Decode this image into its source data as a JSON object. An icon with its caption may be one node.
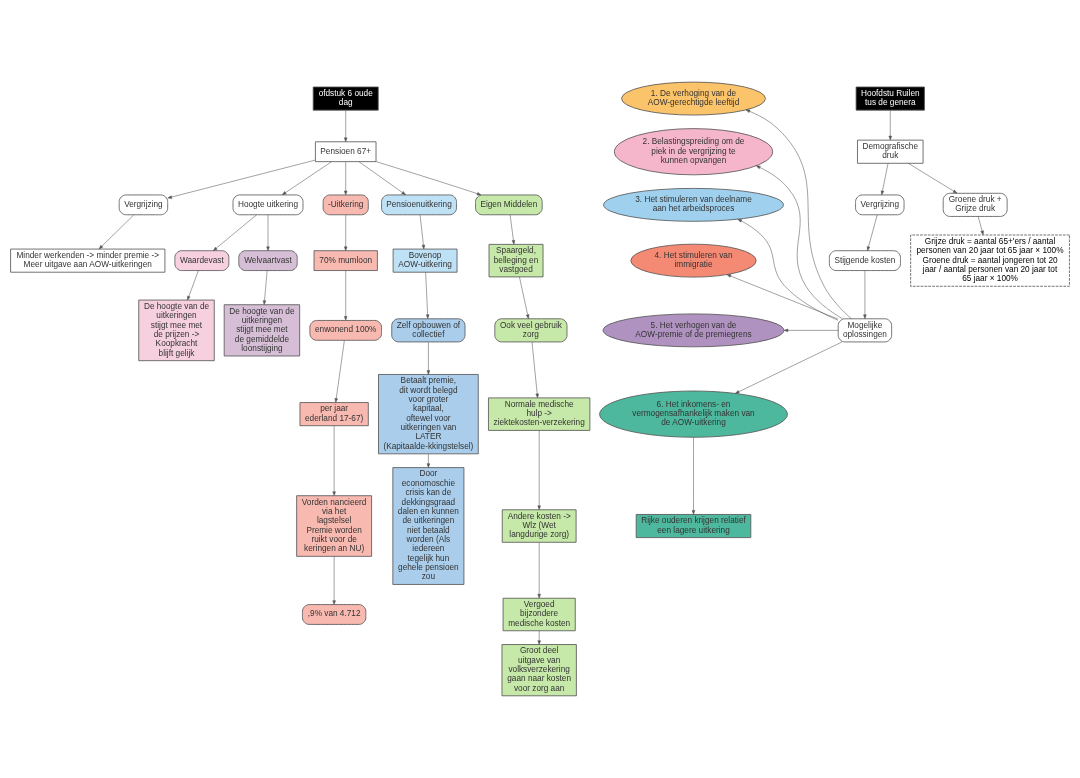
{
  "diagram": {
    "nodes": [
      {
        "text": [
          "ofdstuk 6 oude dag"
        ]
      },
      {
        "text": [
          "Pensioen 67+"
        ]
      },
      {
        "text": [
          "Vergrijzing"
        ]
      },
      {
        "text": [
          "Minder werkenden -> minder premie -> Meer uitgave aan AOW-uitkeringen"
        ]
      },
      {
        "text": [
          "Hoogte uitkering"
        ]
      },
      {
        "text": [
          "-Uitkering"
        ]
      },
      {
        "text": [
          "Pensioenuitkering"
        ]
      },
      {
        "text": [
          "Eigen Middelen"
        ]
      },
      {
        "text": [
          "Waardevast"
        ]
      },
      {
        "text": [
          "Welvaartvast"
        ]
      },
      {
        "text": [
          "70% mumloon"
        ]
      },
      {
        "text": [
          "enwonend 100%"
        ]
      },
      {
        "text": [
          "per jaar ederland 17-67)"
        ]
      },
      {
        "text": [
          "Vorden nancieerd via het lagstelsel Premie worden ruikt voor de keringen an NU)"
        ]
      },
      {
        "text": [
          ",9% van 4.712"
        ]
      },
      {
        "text": [
          "Bovenop AOW-uitkering"
        ]
      },
      {
        "text": [
          "Zelf opbouwen of collectief"
        ]
      },
      {
        "text": [
          "Betaalt premie, dit wordt belegd voor groter kapitaal, oftewel voor uitkeringen van LATER (Kapitaalde-kkingstelsel)"
        ]
      },
      {
        "text": [
          "Door economoschie crisis kan de dekkingsgraad dalen en kunnen de uitkeringen niet betaald worden (Als iedereen tegelijk hun gehele pensioen zou"
        ]
      },
      {
        "text": [
          "Spaargeld, belleging en vastgoed"
        ]
      },
      {
        "text": [
          "Ook veel gebruik zorg"
        ]
      },
      {
        "text": [
          "Normale medische hulp -> ziektekosten-verzekering"
        ]
      },
      {
        "text": [
          "Andere kosten -> Wlz (Wet langdurige zorg)"
        ]
      },
      {
        "text": [
          "Vergoed bijzondere medische kosten"
        ]
      },
      {
        "text": [
          "Groot deel uitgave van volksverzekering gaan naar kosten voor zorg aan"
        ]
      },
      {
        "text": [
          "De hoogte van de uitkeringen stijgt mee met de prijzen -> Koopkracht blijft gelijk"
        ]
      },
      {
        "text": [
          "De hoogte van de uitkeringen stijgt mee met de gemiddelde loonstijging"
        ]
      },
      {
        "text": [
          "1. De verhoging van de AOW-gerechtigde leeftijd"
        ]
      },
      {
        "text": [
          "2. Belastingspreiding om de piek in de vergrijzing te kunnen opvangen"
        ]
      },
      {
        "text": [
          "3. Het stimuleren van deelname aan het arbeidsproces"
        ]
      },
      {
        "text": [
          "4. Het stimuleren van immigratie"
        ]
      },
      {
        "text": [
          "5. Het verhogen van de AOW-premie of de premiegrens"
        ]
      },
      {
        "text": [
          "6. Het inkomens- en vermogensafhankelijk maken van de AOW-uitkering"
        ]
      },
      {
        "text": [
          "Rijke ouderen krijgen relatief een lagere uitkering"
        ]
      },
      {
        "text": [
          "Mogelijke oplossingen"
        ]
      },
      {
        "text": [
          "Stijgende kosten"
        ]
      },
      {
        "text": [
          "Vergrijzing"
        ]
      },
      {
        "text": [
          "Demografische druk"
        ]
      },
      {
        "text": [
          "Hoofdstu Ruilen tus de genera"
        ]
      },
      {
        "text": [
          "Groene druk + Grijze druk"
        ]
      },
      {
        "text": [
          "Grijze druk = aantal 65+'ers / aantal personen van 20 jaar tot 65 jaar × 100%",
          "Groene druk = aantal jongeren tot 20 jaar / aantal personen van 20 jaar tot 65 jaar × 100%"
        ]
      }
    ],
    "edges": [
      {
        "from": 0,
        "to": 1,
        "arrow": "to"
      },
      {
        "from": 1,
        "to": 2,
        "arrow": "to"
      },
      {
        "from": 1,
        "to": 4,
        "arrow": "to"
      },
      {
        "from": 2,
        "to": 3,
        "arrow": "to"
      },
      {
        "from": 4,
        "to": 8,
        "arrow": "to"
      },
      {
        "from": 4,
        "to": 9,
        "arrow": "to"
      },
      {
        "from": 1,
        "to": 5,
        "arrow": "to"
      },
      {
        "from": 1,
        "to": 6,
        "arrow": "to"
      },
      {
        "from": 1,
        "to": 7,
        "arrow": "to"
      },
      {
        "from": 5,
        "to": 10,
        "arrow": "to"
      },
      {
        "from": 10,
        "to": 11,
        "arrow": "to"
      },
      {
        "from": 11,
        "to": 12,
        "arrow": "to"
      },
      {
        "from": 12,
        "to": 13,
        "arrow": "to"
      },
      {
        "from": 13,
        "to": 14,
        "arrow": "to"
      },
      {
        "from": 6,
        "to": 15,
        "arrow": "to"
      },
      {
        "from": 15,
        "to": 16,
        "arrow": "to"
      },
      {
        "from": 16,
        "to": 17,
        "arrow": "to"
      },
      {
        "from": 17,
        "to": 18,
        "arrow": "to"
      },
      {
        "from": 7,
        "to": 19,
        "arrow": "to"
      },
      {
        "from": 19,
        "to": 20,
        "arrow": "to"
      },
      {
        "from": 20,
        "to": 21,
        "arrow": "to"
      },
      {
        "from": 21,
        "to": 22,
        "arrow": "to"
      },
      {
        "from": 22,
        "to": 23,
        "arrow": "to"
      },
      {
        "from": 23,
        "to": 24,
        "arrow": "to"
      },
      {
        "from": 8,
        "to": 25,
        "arrow": "to"
      },
      {
        "from": 9,
        "to": 26,
        "arrow": "to"
      },
      {
        "from": 34,
        "to": 27,
        "arrow": "to"
      },
      {
        "from": 34,
        "to": 28,
        "arrow": "to"
      },
      {
        "from": 34,
        "to": 29,
        "arrow": "to"
      },
      {
        "from": 34,
        "to": 30,
        "arrow": "to"
      },
      {
        "from": 34,
        "to": 31,
        "arrow": "to"
      },
      {
        "from": 34,
        "to": 32,
        "arrow": "to"
      },
      {
        "from": 32,
        "to": 33,
        "arrow": "to"
      },
      {
        "from": 36,
        "to": 35,
        "arrow": "to"
      },
      {
        "from": 35,
        "to": 34,
        "arrow": "to"
      },
      {
        "from": 37,
        "to": 36,
        "arrow": "to"
      },
      {
        "from": 38,
        "to": 37,
        "arrow": "to"
      },
      {
        "from": 37,
        "to": 39,
        "arrow": "to"
      },
      {
        "from": 39,
        "to": 40,
        "arrow": "to"
      }
    ]
  }
}
